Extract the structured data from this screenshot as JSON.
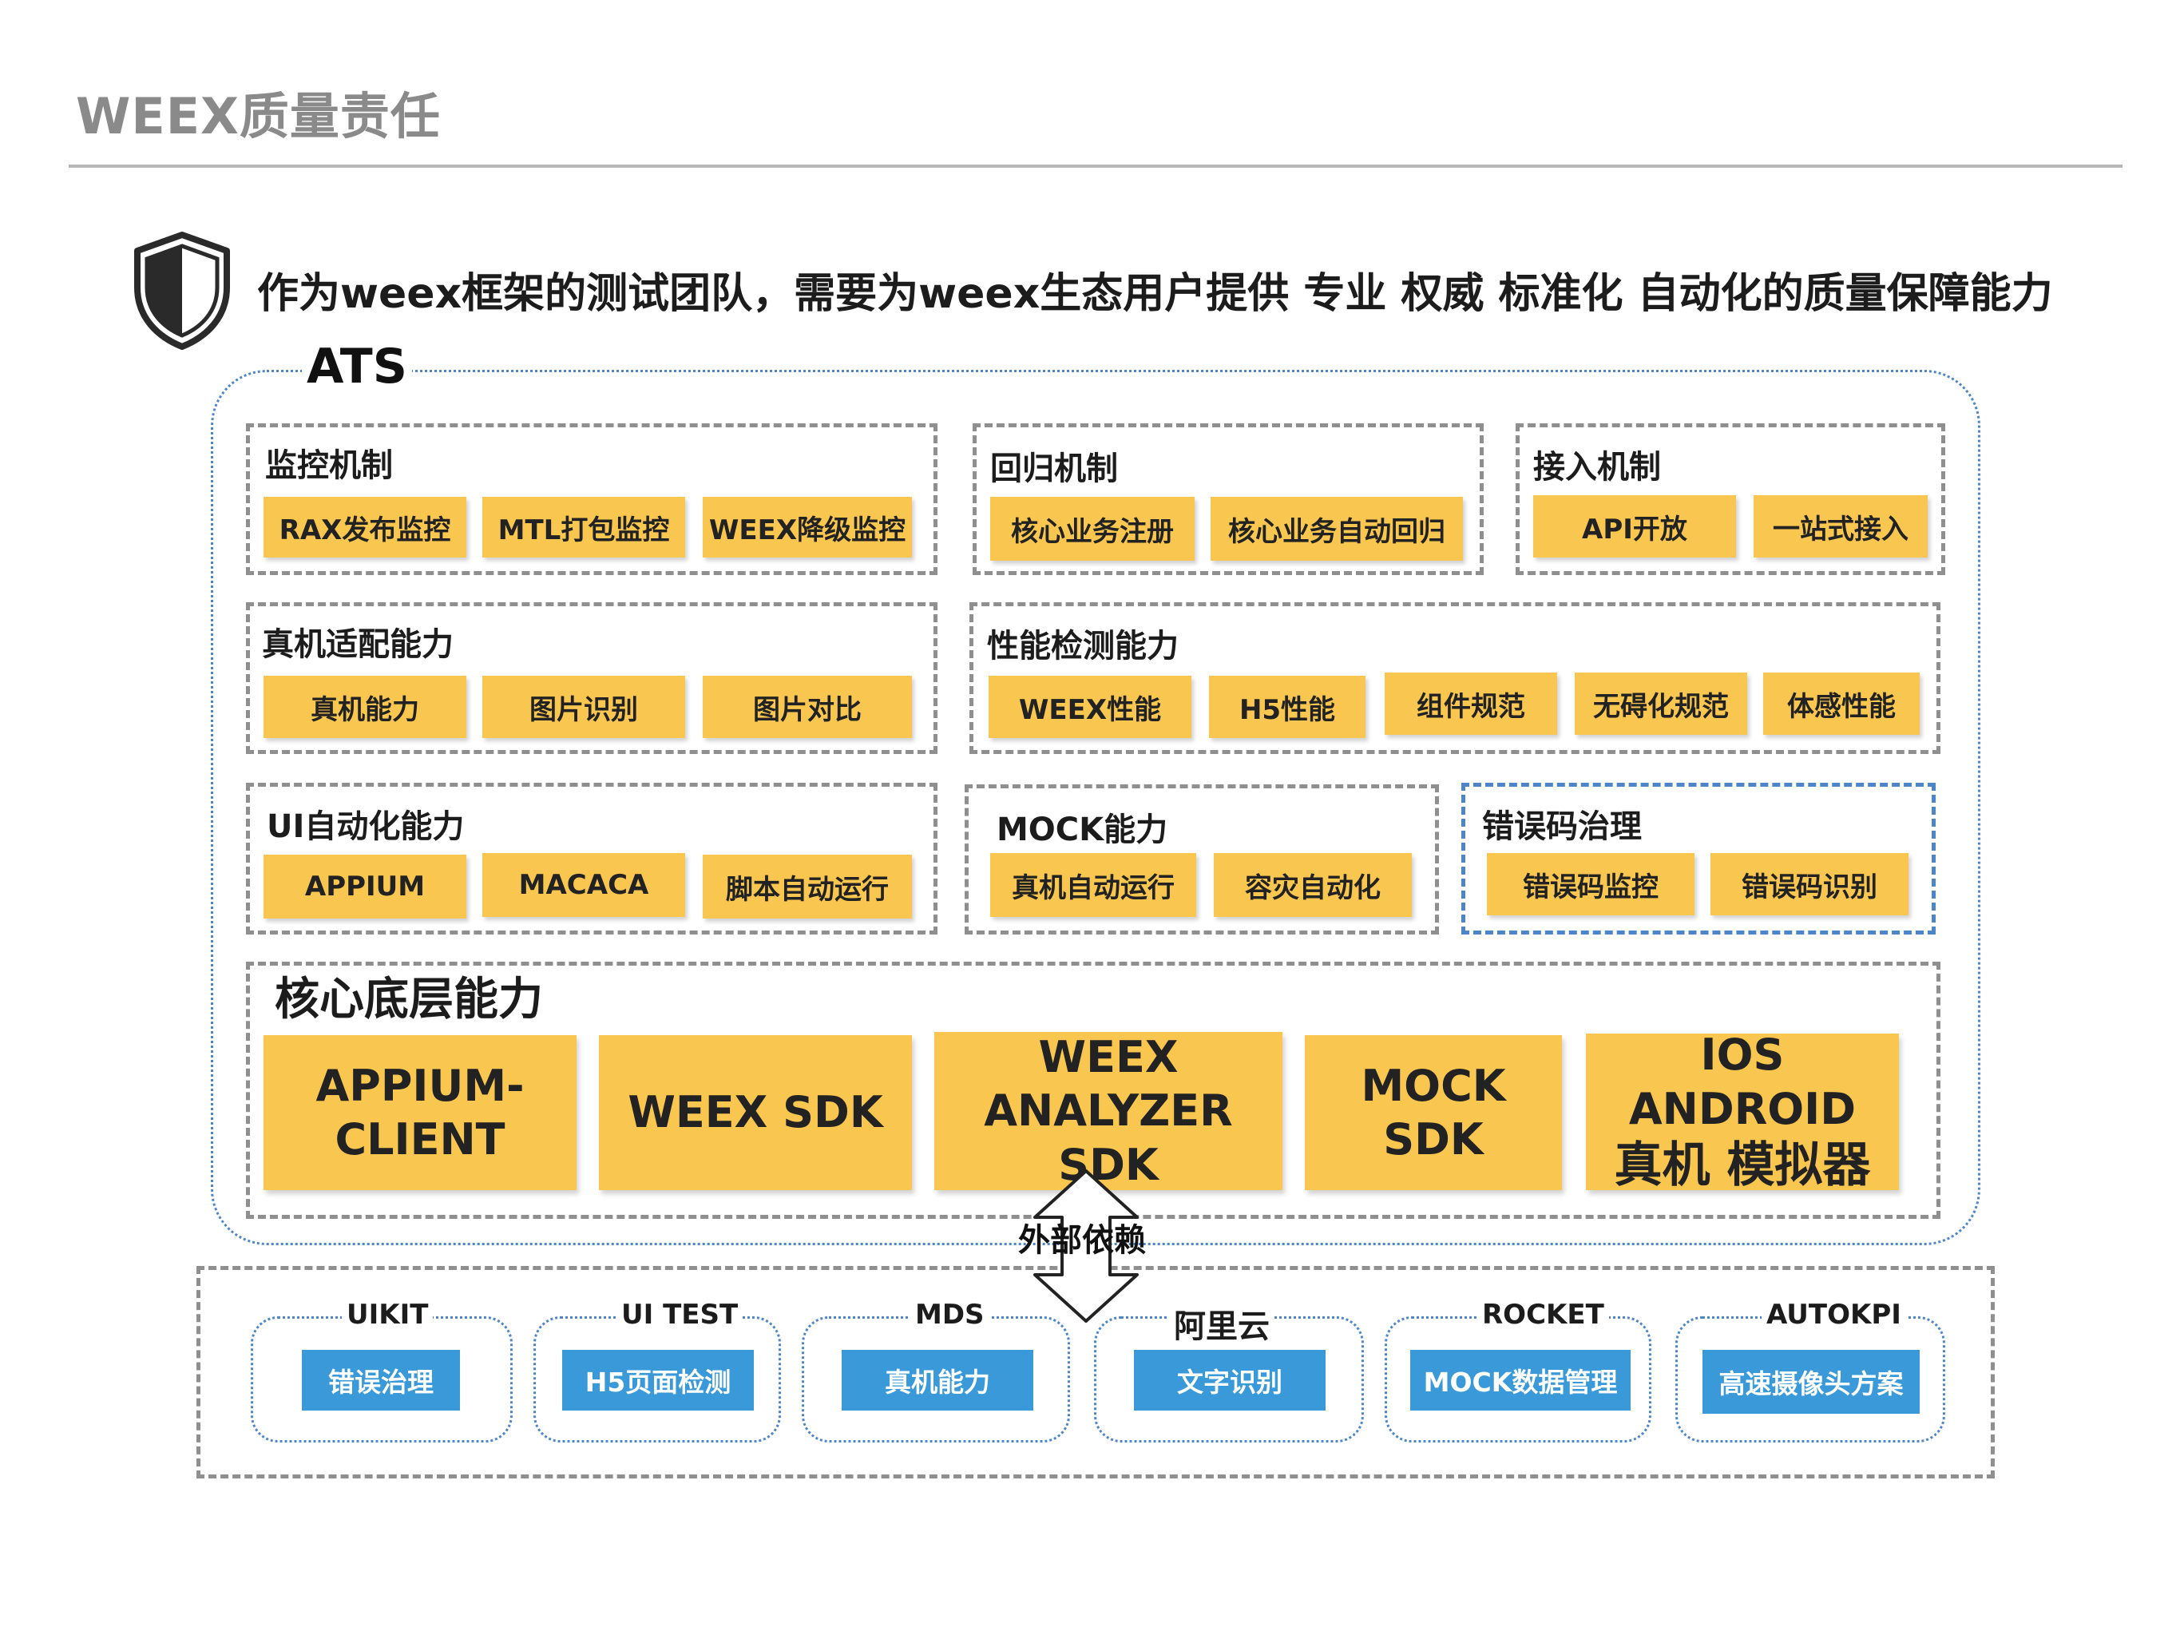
{
  "page_title": "WEEX质量责任",
  "tagline": "作为weex框架的测试团队，需要为weex生态用户提供  专业 权威 标准化 自动化的质量保障能力",
  "ats_label": "ATS",
  "groups": [
    {
      "title": "监控机制",
      "items": [
        "RAX发布监控",
        "MTL打包监控",
        "WEEX降级监控"
      ]
    },
    {
      "title": "回归机制",
      "items": [
        "核心业务注册",
        "核心业务自动回归"
      ]
    },
    {
      "title": "接入机制",
      "items": [
        "API开放",
        "一站式接入"
      ]
    },
    {
      "title": "真机适配能力",
      "items": [
        "真机能力",
        "图片识别",
        "图片对比"
      ]
    },
    {
      "title": "性能检测能力",
      "items": [
        "WEEX性能",
        "H5性能",
        "组件规范",
        "无碍化规范",
        "体感性能"
      ]
    },
    {
      "title": "UI自动化能力",
      "items": [
        "APPIUM",
        "MACACA",
        "脚本自动运行"
      ]
    },
    {
      "title": "MOCK能力",
      "items": [
        "真机自动运行",
        "容灾自动化"
      ]
    },
    {
      "title": "错误码治理",
      "items": [
        "错误码监控",
        "错误码识别"
      ]
    }
  ],
  "core": {
    "title": "核心底层能力",
    "items": [
      "APPIUM-CLIENT",
      "WEEX SDK",
      "WEEX ANALYZER SDK",
      "MOCK SDK"
    ],
    "last_line1": "IOS ANDROID",
    "last_line2": "真机 模拟器"
  },
  "external_label": "外部依赖",
  "external": [
    {
      "title": "UIKIT",
      "item": "错误治理"
    },
    {
      "title": "UI TEST",
      "item": "H5页面检测"
    },
    {
      "title": "MDS",
      "item": "真机能力"
    },
    {
      "title": "阿里云",
      "item": "文字识别"
    },
    {
      "title": "ROCKET",
      "item": "MOCK数据管理"
    },
    {
      "title": "AUTOKPI",
      "item": "高速摄像头方案"
    }
  ],
  "colors": {
    "chip": "#f9c74f",
    "blue_chip": "#3a9ad9",
    "dashed": "#8f8f8f",
    "dotted_blue": "#4d86c8"
  }
}
